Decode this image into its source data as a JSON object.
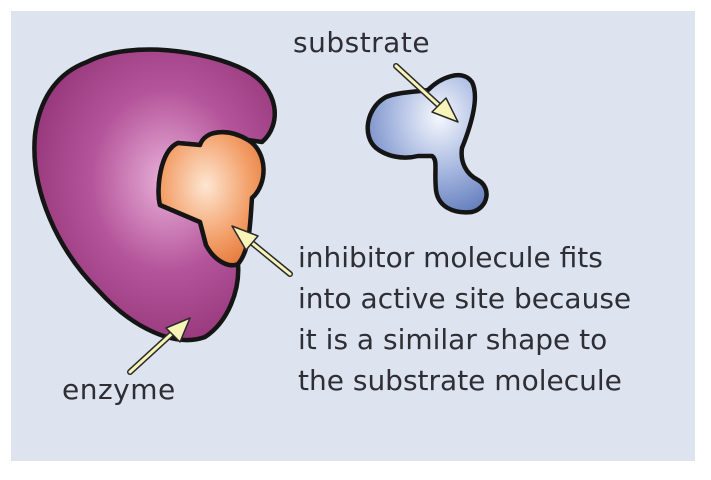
{
  "labels": {
    "substrate": "substrate",
    "enzyme": "enzyme"
  },
  "caption": {
    "lines": [
      "inhibitor molecule fits",
      "into active site because",
      "it is a similar shape to",
      "the substrate molecule"
    ]
  },
  "colors": {
    "background": "#dde4ef",
    "enzyme": "#a13a82",
    "inhibitor": "#ee8a4f",
    "substrate": "#6b86c2",
    "arrow": "#f8f4b8",
    "outline": "#151515"
  }
}
